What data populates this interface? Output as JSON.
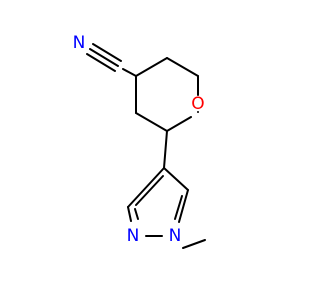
{
  "molecule": {
    "atoms": {
      "nitrile_n": {
        "symbol": "N",
        "color": "#0000ff"
      },
      "ring_o": {
        "symbol": "O",
        "color": "#ff0000"
      },
      "pyrazole_n2": {
        "symbol": "N",
        "color": "#0000ff"
      },
      "pyrazole_n1": {
        "symbol": "N",
        "color": "#0000ff"
      }
    },
    "bond_color": "#000000"
  }
}
